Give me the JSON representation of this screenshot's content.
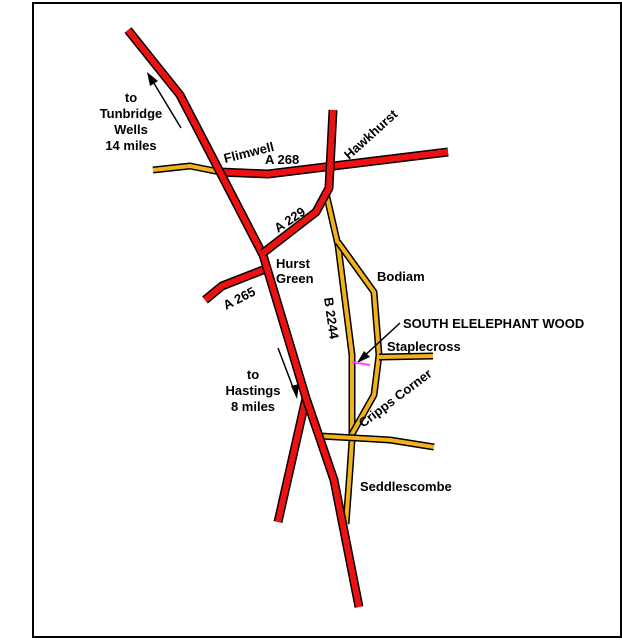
{
  "colors": {
    "a_road": "#ee1111",
    "b_road": "#f2b21c",
    "outline": "#000000",
    "wood_marker": "#ff44ff"
  },
  "labels": {
    "tunbridge_line1": "to",
    "tunbridge_line2": "Tunbridge",
    "tunbridge_line3": "Wells",
    "tunbridge_line4": "14 miles",
    "flimwell": "Flimwell",
    "a268": "A 268",
    "hawkhurst": "Hawkhurst",
    "a229": "A 229",
    "hurst_green_line1": "Hurst",
    "hurst_green_line2": "Green",
    "a265": "A 265",
    "bodiam": "Bodiam",
    "b2244": "B 2244",
    "south_elephant_wood": "SOUTH ELELEPHANT  WOOD",
    "staplecross": "Staplecross",
    "hastings_line1": "to",
    "hastings_line2": "Hastings",
    "hastings_line3": "8 miles",
    "cripps_corner": "Cripps Corner",
    "seddlescombe": "Seddlescombe"
  },
  "icons": {
    "direction_arrow": "arrow-icon",
    "wood_marker": "wood-marker-icon"
  }
}
